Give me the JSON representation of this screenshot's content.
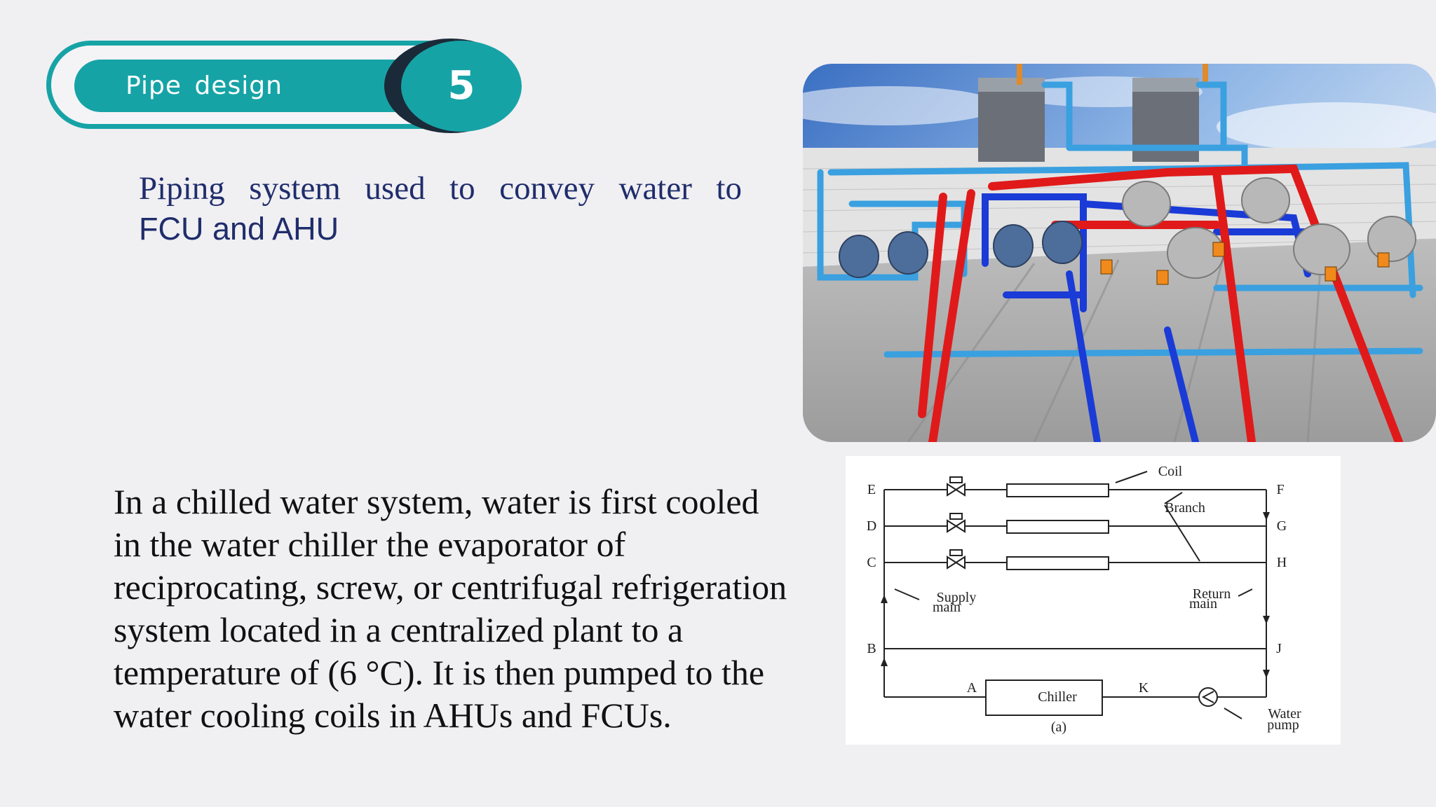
{
  "header": {
    "title": "Pipe  design",
    "number": "5",
    "colors": {
      "accent": "#16a3a6",
      "dark": "#1b2a38"
    }
  },
  "subtitle": {
    "line1": "Piping system used to convey water to",
    "line2": "FCU and AHU"
  },
  "body": {
    "lines": [
      "In a chilled water system, water is first cooled",
      "in the water chiller the evaporator of",
      "reciprocating, screw, or centrifugal refrigeration",
      "system located in a centralized plant to a",
      "temperature of (6 °C). It is then pumped to the",
      "water cooling coils in AHUs and FCUs."
    ]
  },
  "diagram": {
    "labels": {
      "E": "E",
      "D": "D",
      "C": "C",
      "B": "B",
      "A": "A",
      "F": "F",
      "G": "G",
      "H": "H",
      "J": "J",
      "K": "K",
      "coil": "Coil",
      "branch": "Branch",
      "supply1": "Supply",
      "supply2": "main",
      "return1": "Return",
      "return2": "main",
      "chiller": "Chiller",
      "caption": "(a)",
      "pump1": "Water",
      "pump2": "pump"
    }
  }
}
